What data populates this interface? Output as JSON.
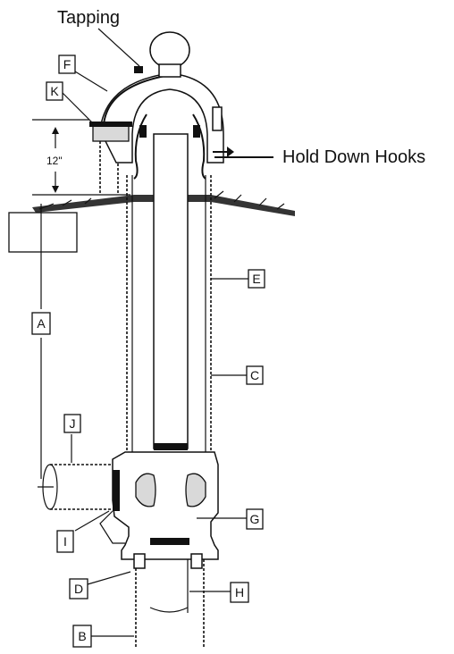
{
  "texts": {
    "tapping": "Tapping",
    "hold_down_hooks": "Hold Down Hooks",
    "depth": "12\""
  },
  "labels": {
    "A": "A",
    "B": "B",
    "C": "C",
    "D": "D",
    "E": "E",
    "F": "F",
    "G": "G",
    "H": "H",
    "I": "I",
    "J": "J",
    "K": "K"
  }
}
